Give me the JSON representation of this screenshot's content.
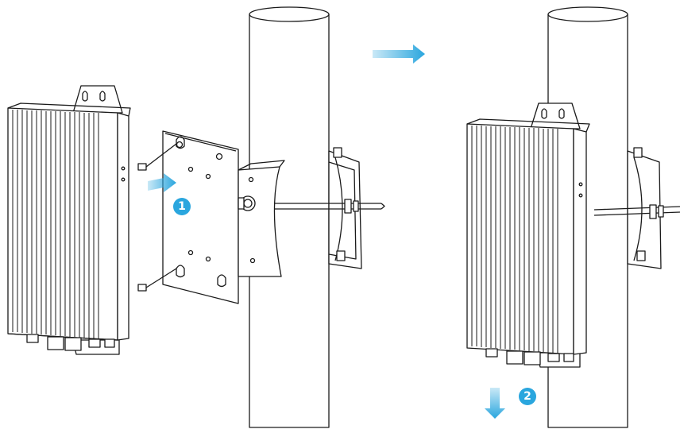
{
  "diagram": {
    "steps": [
      {
        "number": "1",
        "action": "push-right"
      },
      {
        "number": "2",
        "action": "slide-down"
      }
    ],
    "colors": {
      "accent": "#2aa6de",
      "line": "#1a1a1a",
      "background": "#ffffff"
    },
    "icons": [
      "arrow-right-icon",
      "arrow-down-icon"
    ]
  }
}
